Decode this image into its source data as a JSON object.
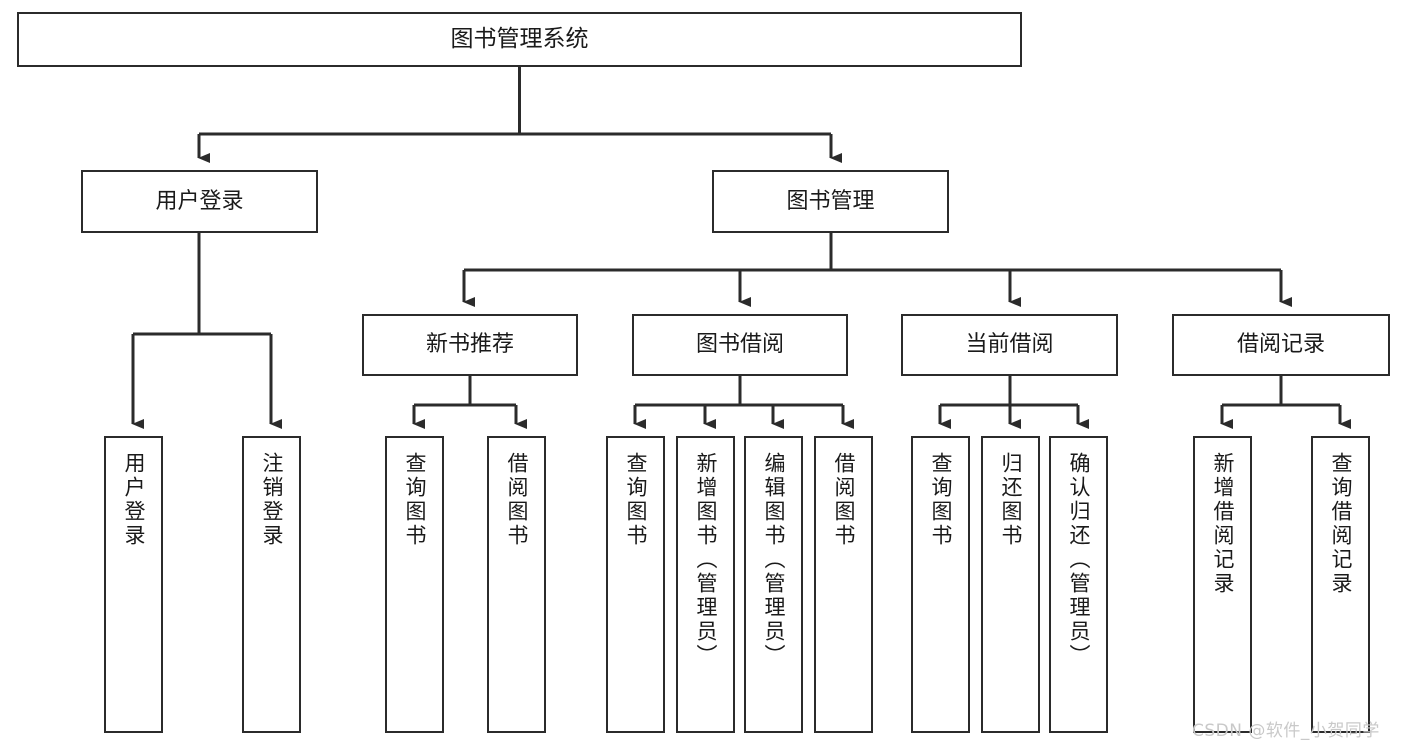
{
  "diagram": {
    "title": "图书管理系统",
    "type": "tree-structure-chart",
    "watermark": "CSDN @软件_小贺同学",
    "colors": {
      "node_border": "#2b2b2b",
      "node_fill": "#ffffff",
      "edge": "#2b2b2b",
      "text": "#1a1a1a",
      "watermark": "#c9c9c9",
      "background": "#ffffff"
    }
  },
  "nodes": {
    "root": {
      "label": "图书管理系统"
    },
    "level2": [
      {
        "label": "用户登录"
      },
      {
        "label": "图书管理"
      }
    ],
    "level3": [
      {
        "label": "新书推荐"
      },
      {
        "label": "图书借阅"
      },
      {
        "label": "当前借阅"
      },
      {
        "label": "借阅记录"
      }
    ],
    "leaves": {
      "user_login": [
        {
          "label": "用户登录"
        },
        {
          "label": "注销登录"
        }
      ],
      "new_book_recommend": [
        {
          "label": "查询图书"
        },
        {
          "label": "借阅图书"
        }
      ],
      "book_borrow": [
        {
          "label": "查询图书"
        },
        {
          "label": "新增图书（管理员）"
        },
        {
          "label": "编辑图书（管理员）"
        },
        {
          "label": "借阅图书"
        }
      ],
      "current_borrow": [
        {
          "label": "查询图书"
        },
        {
          "label": "归还图书"
        },
        {
          "label": "确认归还（管理员）"
        }
      ],
      "borrow_record": [
        {
          "label": "新增借阅记录"
        },
        {
          "label": "查询借阅记录"
        }
      ]
    }
  }
}
